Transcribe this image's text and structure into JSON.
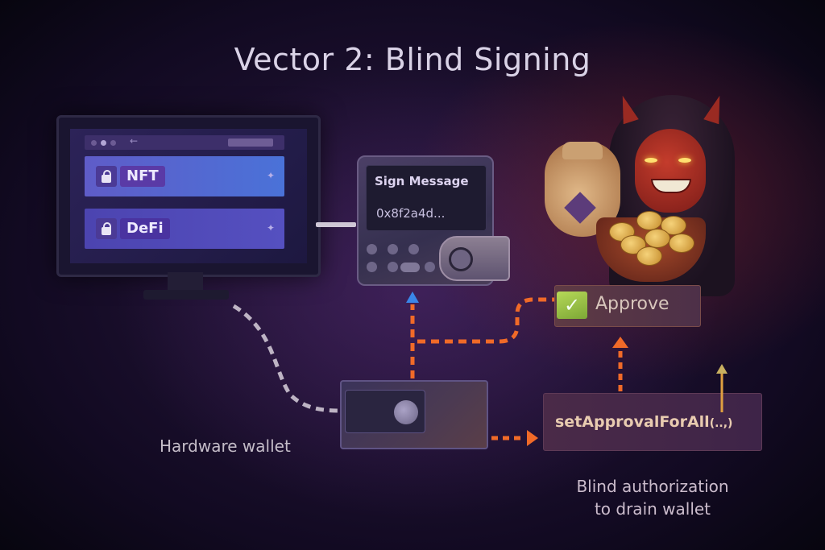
{
  "title": "Vector 2: Blind Signing",
  "monitor": {
    "browser_dots": 3,
    "rows": [
      {
        "label": "NFT",
        "icon": "lock-icon",
        "accent": "#4a72d8"
      },
      {
        "label": "DeFi",
        "icon": "lock-icon",
        "accent": "#5550c0"
      }
    ]
  },
  "device": {
    "screen_title": "Sign Message",
    "screen_value": "0x8f2a4d..."
  },
  "wallet": {
    "label": "Hardware wallet"
  },
  "approve": {
    "label": "Approve",
    "icon": "checkmark-icon",
    "accent": "#9cc845"
  },
  "call": {
    "function_name": "setApprovalForAll",
    "args": "(..,)"
  },
  "caption": {
    "line1": "Blind authorization",
    "line2": "to drain wallet"
  },
  "colors": {
    "background": "#140c24",
    "arrow_orange": "#f06a28",
    "arrow_blue": "#3a86e8",
    "cable_white": "#d8d0dc"
  }
}
